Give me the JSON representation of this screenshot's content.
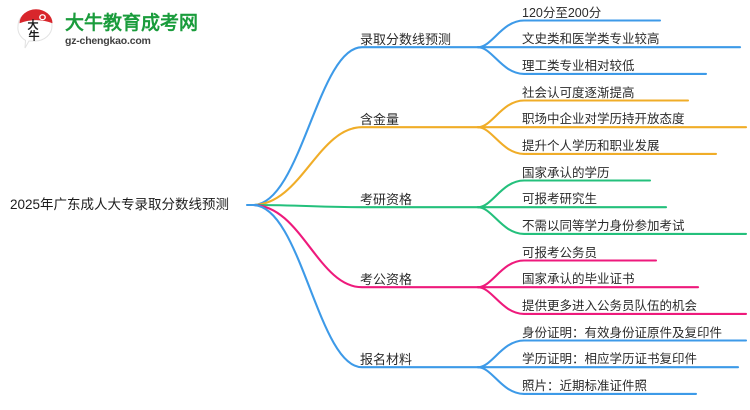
{
  "logo": {
    "name": "大牛教育成考网",
    "domain": "gz-chengkao.com",
    "mark_text": "大牛",
    "title_color": "#1a9c3c",
    "mark_color": "#d8262c"
  },
  "mindmap": {
    "root": {
      "label": "2025年广东成人大专录取分数线预测"
    },
    "colors": {
      "blue": "#3d9ae8",
      "orange": "#f0ad28",
      "green": "#24c07c",
      "pink": "#ee1a7c"
    },
    "branches": [
      {
        "label": "录取分数线预测",
        "color_key": "blue",
        "color": "#3d9ae8",
        "children": [
          {
            "label": "120分至200分"
          },
          {
            "label": "文史类和医学类专业较高"
          },
          {
            "label": "理工类专业相对较低"
          }
        ]
      },
      {
        "label": "含金量",
        "color_key": "orange",
        "color": "#f0ad28",
        "children": [
          {
            "label": "社会认可度逐渐提高"
          },
          {
            "label": "职场中企业对学历持开放态度"
          },
          {
            "label": "提升个人学历和职业发展"
          }
        ]
      },
      {
        "label": "考研资格",
        "color_key": "green",
        "color": "#24c07c",
        "children": [
          {
            "label": "国家承认的学历"
          },
          {
            "label": "可报考研究生"
          },
          {
            "label": "不需以同等学力身份参加考试"
          }
        ]
      },
      {
        "label": "考公资格",
        "color_key": "pink",
        "color": "#ee1a7c",
        "children": [
          {
            "label": "可报考公务员"
          },
          {
            "label": "国家承认的毕业证书"
          },
          {
            "label": "提供更多进入公务员队伍的机会"
          }
        ]
      },
      {
        "label": "报名材料",
        "color_key": "blue",
        "color": "#3d9ae8",
        "children": [
          {
            "label": "身份证明：有效身份证原件及复印件"
          },
          {
            "label": "学历证明：相应学历证书复印件"
          },
          {
            "label": "照片：近期标准证件照"
          }
        ]
      }
    ]
  }
}
